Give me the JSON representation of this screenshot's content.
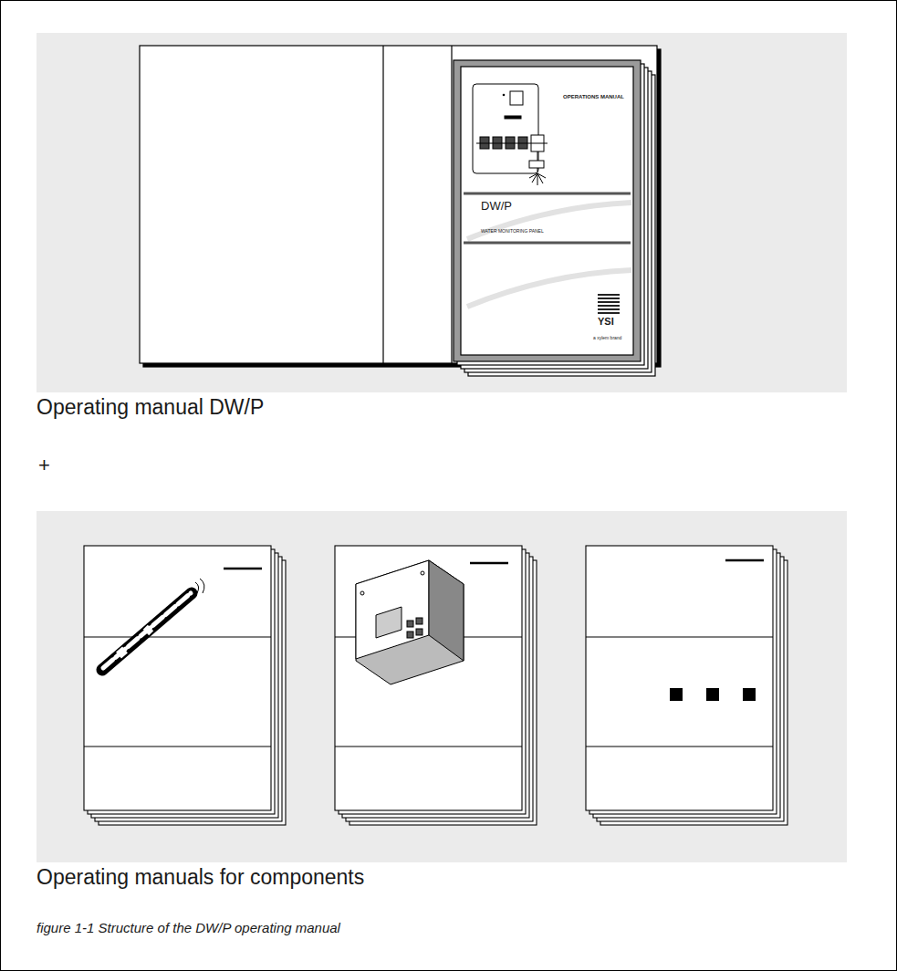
{
  "diagram": {
    "caption": "figure 1-1 Structure of the DW/P operating manual",
    "nodes": [
      {
        "text": [
          "Operating manual DW/P"
        ]
      },
      {
        "text": [
          "Operating manuals for components"
        ]
      }
    ],
    "labels": [
      "+",
      "OPERATIONS MANUAL",
      "DW/P",
      "WATER MONITORING PANEL",
      "YSI",
      "a xylem brand"
    ]
  }
}
